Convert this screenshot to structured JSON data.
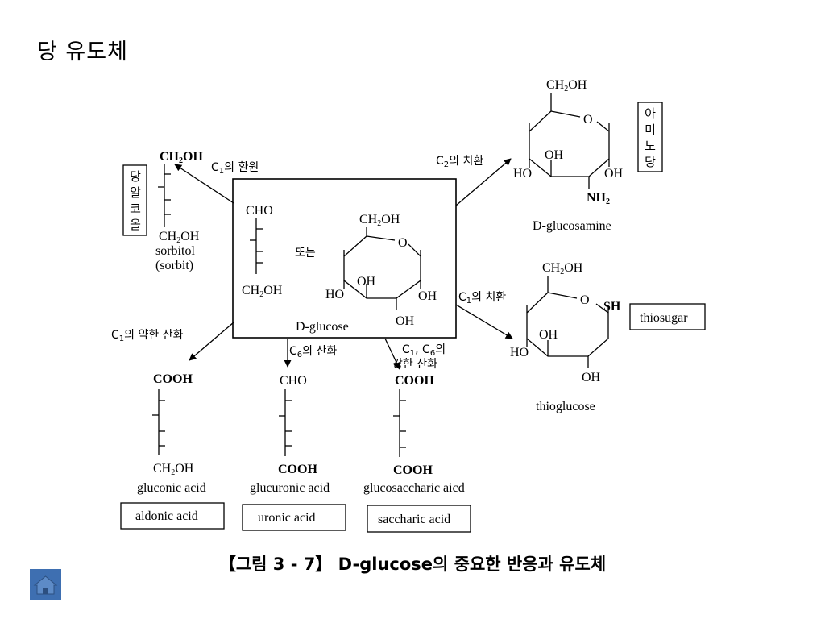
{
  "slide": {
    "title": "당 유도체",
    "caption": "【그림 3 - 7】 D-glucose의 중요한 반응과 유도체",
    "home_icon": "home-icon"
  },
  "center": {
    "cho": "CHO",
    "ch2oh_bottom": "CH2OH",
    "or_label": "또는",
    "ring_ch2oh": "CH2OH",
    "ring_o": "O",
    "oh_inner": "OH",
    "ho_left": "HO",
    "oh_right": "OH",
    "oh_bottom": "OH",
    "name": "D-glucose"
  },
  "sorbitol": {
    "top": "CH2OH",
    "bottom": "CH2OH",
    "name": "sorbitol",
    "alt_name": "(sorbit)",
    "reaction": "C1의 환원",
    "box_label": "당알코올"
  },
  "glucosamine": {
    "reaction": "C2의 치환",
    "ch2oh": "CH2OH",
    "o": "O",
    "oh_inner": "OH",
    "ho": "HO",
    "oh_right": "OH",
    "nh2": "NH2",
    "name": "D-glucosamine",
    "box_label": "아미노당"
  },
  "thioglucose": {
    "reaction": "C1의 치환",
    "ch2oh": "CH2OH",
    "o": "O",
    "sh": "SH",
    "oh_inner": "OH",
    "ho": "HO",
    "oh_bottom": "OH",
    "name": "thioglucose",
    "box_label": "thiosugar"
  },
  "gluconic": {
    "reaction": "C1의 약한 산화",
    "top": "COOH",
    "bottom": "CH2OH",
    "name": "gluconic acid",
    "box_label": "aldonic acid"
  },
  "glucuronic": {
    "reaction": "C6의 산화",
    "top": "CHO",
    "bottom": "COOH",
    "name": "glucuronic acid",
    "box_label": "uronic acid"
  },
  "glucosaccharic": {
    "reaction_line1": "C1, C6의",
    "reaction_line2": "강한 산화",
    "top": "COOH",
    "bottom": "COOH",
    "name": "glucosaccharic aicd",
    "box_label": "saccharic acid"
  }
}
